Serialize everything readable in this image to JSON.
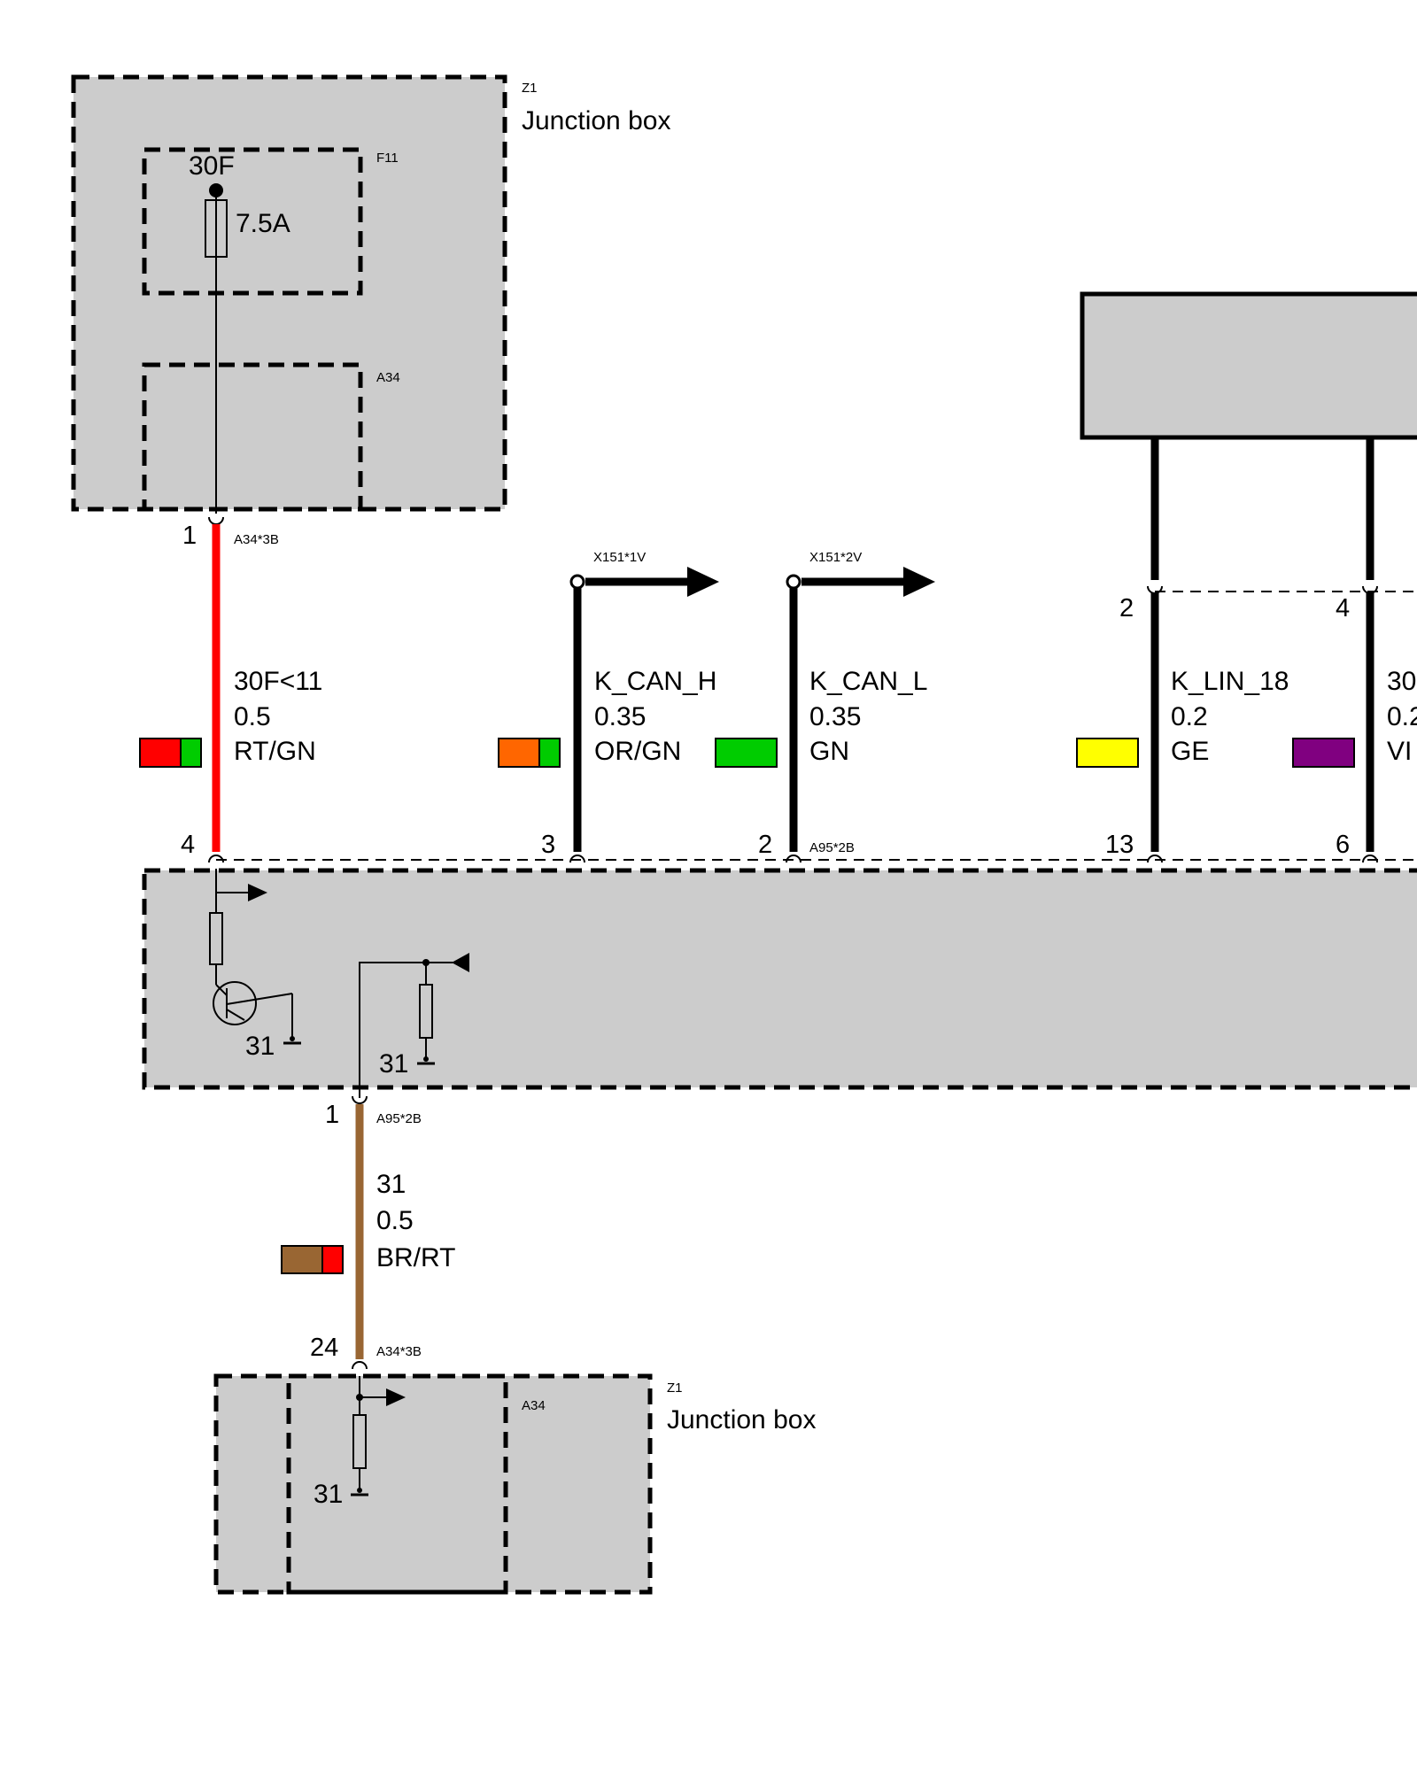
{
  "top_junction_box": {
    "id": "Z1",
    "title": "Junction box",
    "fuse_label": "F11",
    "fuse_terminal": "30F",
    "fuse_rating": "7.5A",
    "module_label": "A34"
  },
  "wires": {
    "power": {
      "pin_top": "1",
      "connector_top": "A34*3B",
      "signal": "30F<11",
      "gauge": "0.5",
      "color_code": "RT/GN",
      "colors": [
        "#ff0000",
        "#00cc00"
      ],
      "pin_bottom": "4"
    },
    "k_can_h": {
      "connector_top": "X151*1V",
      "signal": "K_CAN_H",
      "gauge": "0.35",
      "color_code": "OR/GN",
      "colors": [
        "#ff6600",
        "#00cc00"
      ],
      "pin_bottom": "3"
    },
    "k_can_l": {
      "connector_top": "X151*2V",
      "signal": "K_CAN_L",
      "gauge": "0.35",
      "color_code": "GN",
      "colors": [
        "#00cc00"
      ],
      "pin_bottom": "2",
      "connector_bottom": "A95*2B"
    },
    "k_lin": {
      "pin_top": "2",
      "signal": "K_LIN_18",
      "gauge": "0.2",
      "color_code": "GE",
      "colors": [
        "#ffff00"
      ],
      "pin_bottom": "13"
    },
    "lin_30": {
      "pin_top": "4",
      "signal": "30",
      "gauge": "0.2",
      "color_code": "VI",
      "colors": [
        "#800080"
      ],
      "pin_bottom": "6"
    },
    "ground": {
      "pin_top": "1",
      "connector_top": "A95*2B",
      "signal": "31",
      "gauge": "0.5",
      "color_code": "BR/RT",
      "colors": [
        "#996633",
        "#ff0000"
      ],
      "pin_bottom": "24",
      "connector_bottom": "A34*3B"
    }
  },
  "main_module": {
    "ground_left": "31",
    "ground_right": "31"
  },
  "bottom_junction_box": {
    "id": "Z1",
    "title": "Junction box",
    "module_label": "A34",
    "ground": "31"
  }
}
